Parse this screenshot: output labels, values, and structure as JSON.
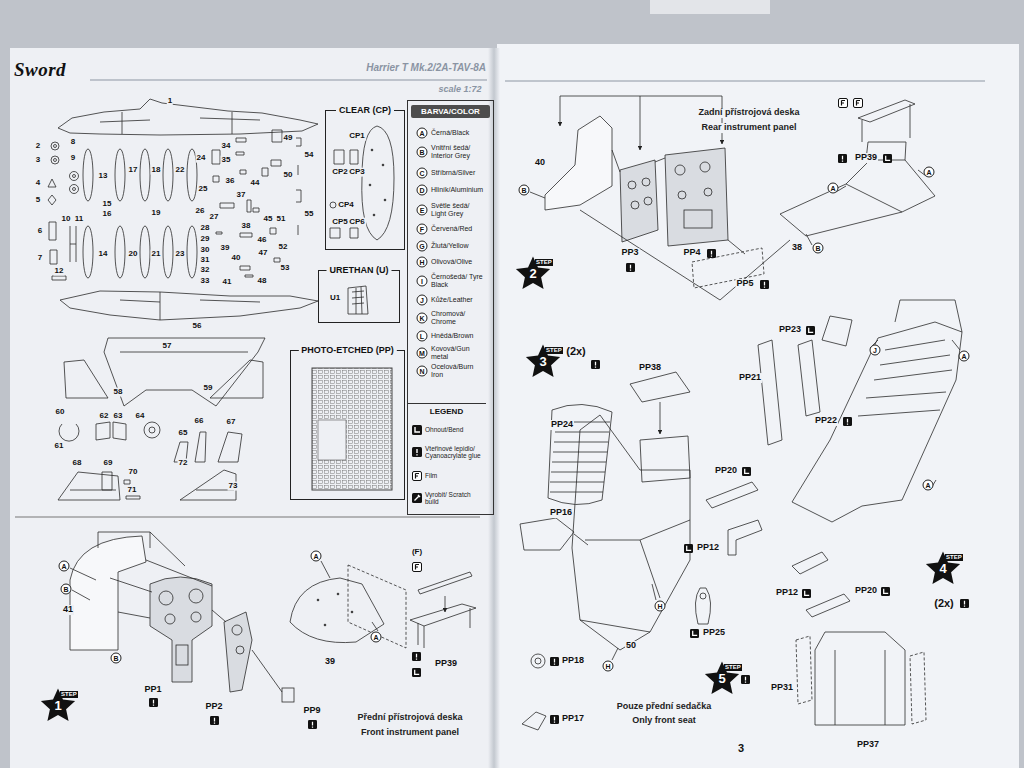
{
  "diagram": {
    "title": "Harrier T Mk.2/2A-TAV-8A",
    "nodes": [
      {
        "text": [
          "CLEAR (CP)"
        ]
      },
      {
        "text": [
          "URETHAN (U)"
        ]
      },
      {
        "text": [
          "PHOTO-ETCHED (PP)"
        ]
      },
      {
        "text": [
          "BARVA/COLOR"
        ]
      },
      {
        "text": [
          "LEGEND"
        ],
        "in": 3
      },
      {
        "text": [
          "STEP",
          "1"
        ]
      },
      {
        "text": [
          "STEP",
          "2"
        ]
      },
      {
        "text": [
          "STEP",
          "3"
        ]
      },
      {
        "text": [
          "STEP",
          "4"
        ]
      },
      {
        "text": [
          "STEP",
          "5"
        ]
      }
    ],
    "labels": [
      "Sword",
      "scale 1:72",
      "1",
      "2",
      "3",
      "4",
      "5",
      "8",
      "9",
      "6",
      "7",
      "10",
      "11",
      "12",
      "13",
      "14",
      "15",
      "16",
      "17",
      "18",
      "19",
      "20",
      "21",
      "22",
      "23",
      "24",
      "25",
      "26",
      "27",
      "28",
      "29",
      "30",
      "31",
      "32",
      "33",
      "34",
      "35",
      "36",
      "37",
      "38",
      "39",
      "40",
      "41",
      "44",
      "45",
      "46",
      "47",
      "48",
      "49",
      "50",
      "51",
      "52",
      "53",
      "54",
      "55",
      "56",
      "57",
      "58",
      "59",
      "60",
      "61",
      "62",
      "63",
      "64",
      "65",
      "66",
      "67",
      "68",
      "69",
      "70",
      "71",
      "72",
      "73",
      "CP1",
      "CP2",
      "CP3",
      "CP4",
      "CP5",
      "CP6",
      "U1",
      "A",
      "B",
      "C",
      "D",
      "E",
      "F",
      "G",
      "H",
      "I",
      "J",
      "K",
      "L",
      "M",
      "N",
      "41",
      "PP1",
      "PP2",
      "PP9",
      "39",
      "PP39",
      "(F)",
      "Přední přístrojová deska",
      "Front instrument panel",
      "A",
      "B",
      "B",
      "A",
      "A",
      "Zadní přístrojová deska",
      "Rear instrument panel",
      "40",
      "B",
      "PP3",
      "PP4",
      "PP5",
      "PP39",
      "38",
      "B",
      "A",
      "A",
      "(2x)",
      "PP38",
      "PP24",
      "PP16",
      "50",
      "H",
      "H",
      "PP18",
      "PP17",
      "PP25",
      "Pouze přední sedačka",
      "Only front seat",
      "PP23",
      "J",
      "A",
      "PP21",
      "PP22",
      "PP20",
      "PP12",
      "PP12",
      "PP20",
      "A",
      "(2x)",
      "PP31",
      "PP37",
      "3"
    ],
    "legend": [
      {
        "text": "Černá/Black"
      },
      {
        "text": "Vnitřní šedá/ Interior Grey"
      },
      {
        "text": "Stříbrná/Silver"
      },
      {
        "text": "Hliník/Aluminium"
      },
      {
        "text": "Světle šedá/ Light Grey"
      },
      {
        "text": "Červená/Red"
      },
      {
        "text": "Žlutá/Yellow"
      },
      {
        "text": "Olivová/Olive"
      },
      {
        "text": "Černošedá/ Tyre Black"
      },
      {
        "text": "Kůže/Leather"
      },
      {
        "text": "Chromová/ Chrome"
      },
      {
        "text": "Hnědá/Brown"
      },
      {
        "text": "Kovová/Gun metal"
      },
      {
        "text": "Ocelová/Burn Iron"
      },
      {
        "text": "Ohnout/Bend"
      },
      {
        "text": "Vteřinové lepidlo/ Cyanoacrylate glue"
      },
      {
        "text": "Film"
      },
      {
        "text": "Vyrobit/ Scratch build"
      }
    ]
  }
}
